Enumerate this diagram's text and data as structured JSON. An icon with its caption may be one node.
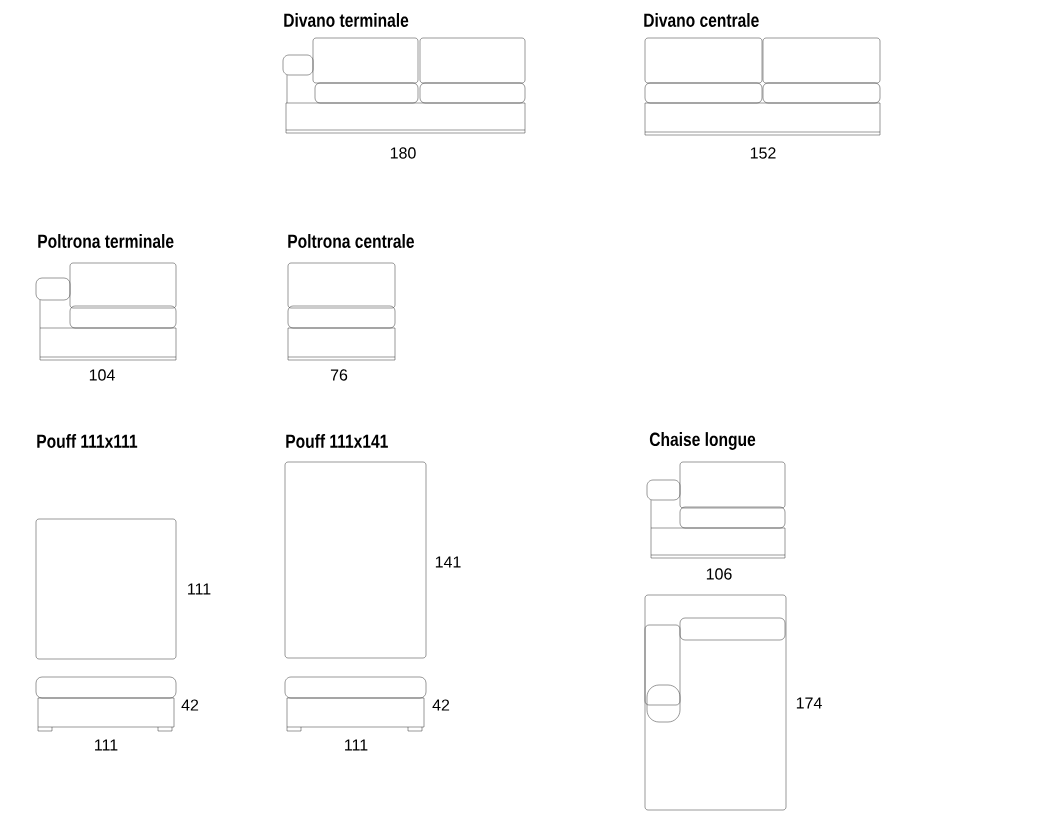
{
  "diagram": {
    "labels": [
      "Divano terminale",
      "Divano centrale",
      "180",
      "152",
      "Poltrona terminale",
      "Poltrona centrale",
      "104",
      "76",
      "Pouff 111x111",
      "Pouff 111x141",
      "Chaise longue",
      "141",
      "106",
      "111",
      "42",
      "42",
      "174",
      "111",
      "111"
    ]
  }
}
